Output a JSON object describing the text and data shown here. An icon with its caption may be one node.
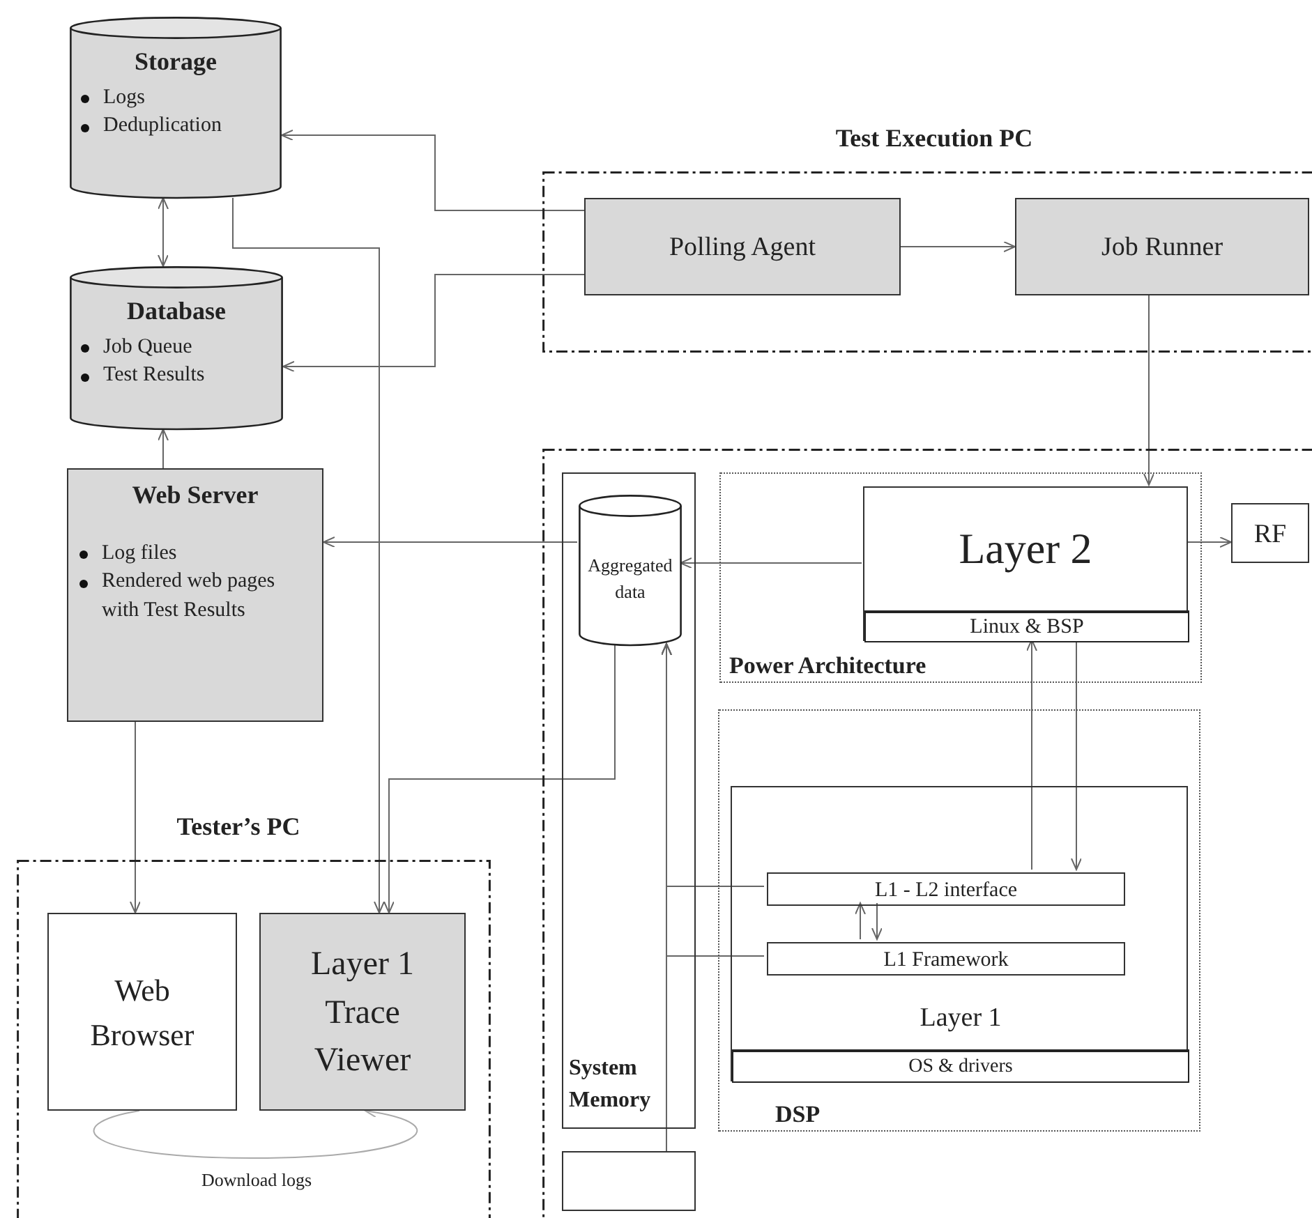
{
  "diagram": {
    "nodes": [
      {
        "text": [
          "Storage",
          "Logs",
          "Deduplication"
        ]
      },
      {
        "text": [
          "Database",
          "Job Queue",
          "Test Results"
        ]
      },
      {
        "text": [
          "Test Execution PC"
        ]
      },
      {
        "text": [
          "Polling Agent"
        ],
        "in": 2
      },
      {
        "text": [
          "Job Runner"
        ],
        "in": 2
      },
      {
        "text": [
          "Web Server",
          "Log files",
          "Rendered web pages with Test Results"
        ]
      },
      {
        "text": [],
        "shape": "box"
      },
      {
        "text": [
          "System Memory"
        ],
        "in": 6
      },
      {
        "text": [
          "Aggregated data"
        ],
        "in": 7
      },
      {
        "text": [
          "Power Architecture"
        ],
        "in": 6
      },
      {
        "text": [
          "Layer 2"
        ],
        "in": 9
      },
      {
        "text": [
          "Linux & BSP"
        ],
        "in": 10
      },
      {
        "text": [
          "RF"
        ],
        "in": 6
      },
      {
        "text": [
          "DSP"
        ],
        "in": 6
      },
      {
        "text": [
          "Layer 1"
        ],
        "in": 13
      },
      {
        "text": [
          "L1 - L2 interface"
        ],
        "in": 14
      },
      {
        "text": [
          "L1 Framework"
        ],
        "in": 14
      },
      {
        "text": [
          "OS & drivers"
        ],
        "in": 14
      },
      {
        "text": [],
        "shape": "box",
        "in": 6
      },
      {
        "text": [
          "Tester’s PC"
        ]
      },
      {
        "text": [
          "Web Browser"
        ],
        "in": 19
      },
      {
        "text": [
          "Layer 1 Trace Viewer"
        ],
        "in": 19
      }
    ],
    "edges": [
      {
        "from": 0,
        "to": 1,
        "arrow": "both"
      },
      {
        "from": 3,
        "to": 0,
        "arrow": "to"
      },
      {
        "from": 3,
        "to": 1,
        "arrow": "to"
      },
      {
        "from": 3,
        "to": 4,
        "arrow": "to"
      },
      {
        "from": 4,
        "to": 10,
        "arrow": "to"
      },
      {
        "from": 5,
        "to": 1,
        "arrow": "to"
      },
      {
        "from": 8,
        "to": 5,
        "arrow": "to"
      },
      {
        "from": 10,
        "to": 8,
        "arrow": "to"
      },
      {
        "from": 10,
        "to": 12,
        "arrow": "to"
      },
      {
        "from": 0,
        "to": 21,
        "arrow": "to"
      },
      {
        "from": 5,
        "to": 20,
        "arrow": "to"
      },
      {
        "from": 8,
        "to": 21,
        "arrow": "to"
      },
      {
        "from": 15,
        "to": 11,
        "arrow": "to"
      },
      {
        "from": 11,
        "to": 15,
        "arrow": "to"
      },
      {
        "from": 16,
        "to": 15,
        "arrow": "to"
      },
      {
        "from": 15,
        "to": 16,
        "arrow": "to"
      },
      {
        "from": 15,
        "to": 8,
        "arrow": "to"
      },
      {
        "from": 16,
        "to": 8,
        "arrow": "to"
      },
      {
        "from": 18,
        "to": 8,
        "arrow": "to"
      },
      {
        "from": 20,
        "to": 21,
        "arrow": "to",
        "label": "Download logs",
        "color": "#aaaaaa"
      }
    ]
  }
}
